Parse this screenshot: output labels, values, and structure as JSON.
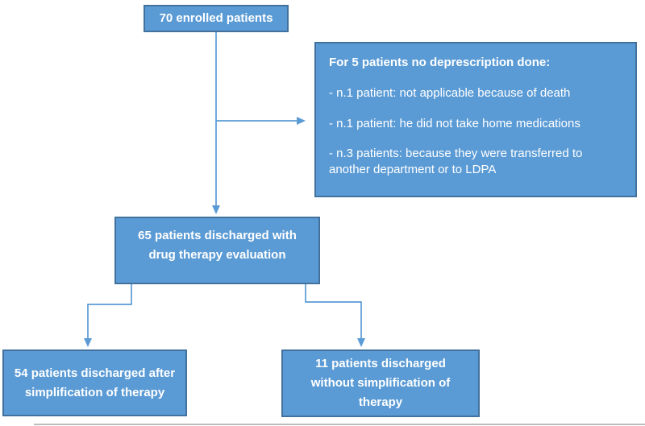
{
  "colors": {
    "box_fill": "#5b9bd5",
    "box_border": "#41719c",
    "connector": "#5b9bd5",
    "text_color": "#ffffff",
    "baseline_gray": "#bdbdbd"
  },
  "flowchart": {
    "enrolled_box": {
      "label": "70 enrolled patients"
    },
    "no_deprescription_box": {
      "title": "For 5 patients no deprescription done:",
      "items": [
        "- n.1 patient: not applicable because of death",
        "- n.1 patient: he did not take home medications",
        "- n.3 patients: because they were transferred to another department or to LDPA"
      ]
    },
    "discharged_box": {
      "label": "65 patients discharged with drug therapy evaluation"
    },
    "simplified_box": {
      "label": "54 patients discharged after simplification of therapy"
    },
    "not_simplified_box": {
      "label": "11 patients discharged without simplification of therapy"
    }
  }
}
